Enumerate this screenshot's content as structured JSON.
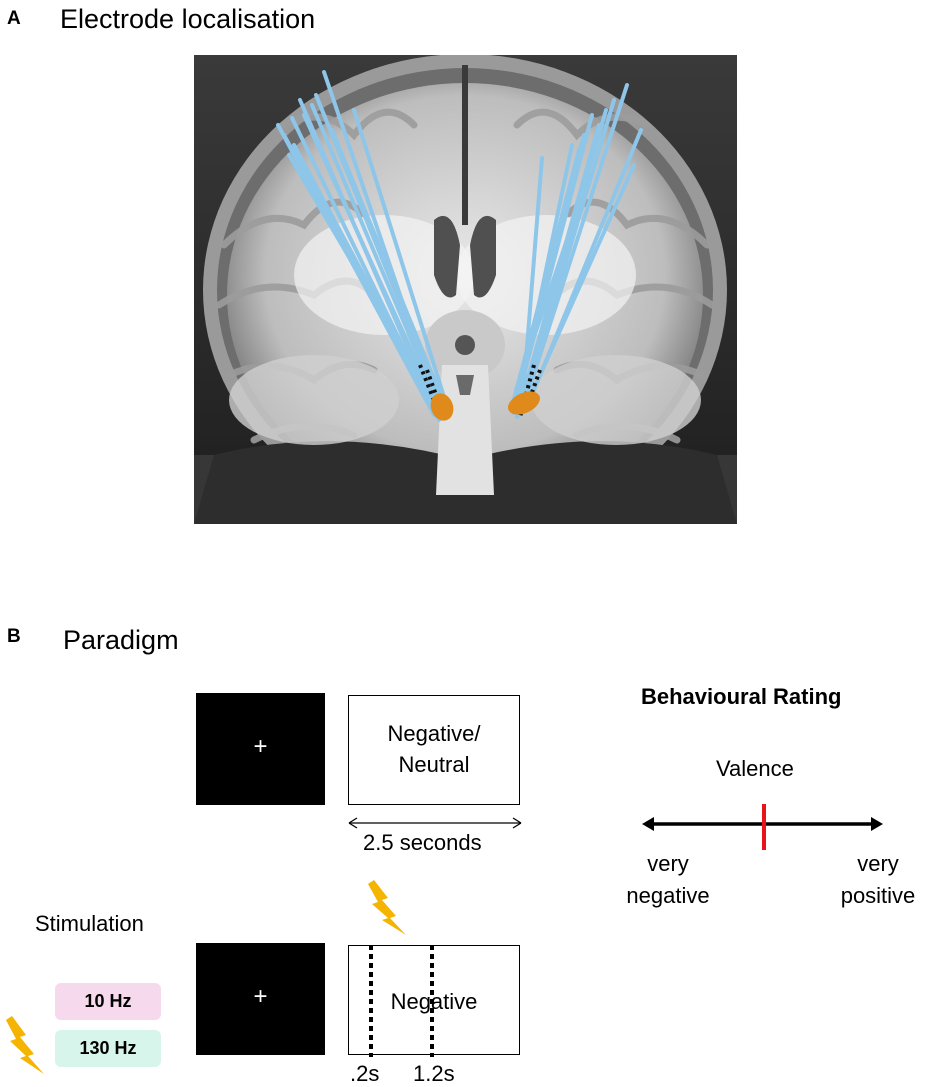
{
  "panel_a": {
    "letter": "A",
    "title": "Electrode localisation"
  },
  "panel_b": {
    "letter": "B",
    "title": "Paradigm",
    "fixation_cross": "+",
    "stimulus_trial_text": "Negative/\nNeutral",
    "duration_label": "2.5 seconds",
    "stimulation_label": "Stimulation",
    "badges": [
      {
        "label": "10 Hz",
        "color": "#f7d9ee"
      },
      {
        "label": "130 Hz",
        "color": "#d8f5ec"
      }
    ],
    "stimulated_trial_text": "Negative",
    "time_marks": [
      ".2s",
      "1.2s"
    ],
    "rating": {
      "title": "Behavioural Rating",
      "dimension": "Valence",
      "left_label": "very\nnegative",
      "right_label": "very\npositive",
      "marker_color": "#e8141a"
    },
    "bolt_color": "#f5b400",
    "electrode_color": "#8ec6ea",
    "target_color": "#e08a1c"
  }
}
